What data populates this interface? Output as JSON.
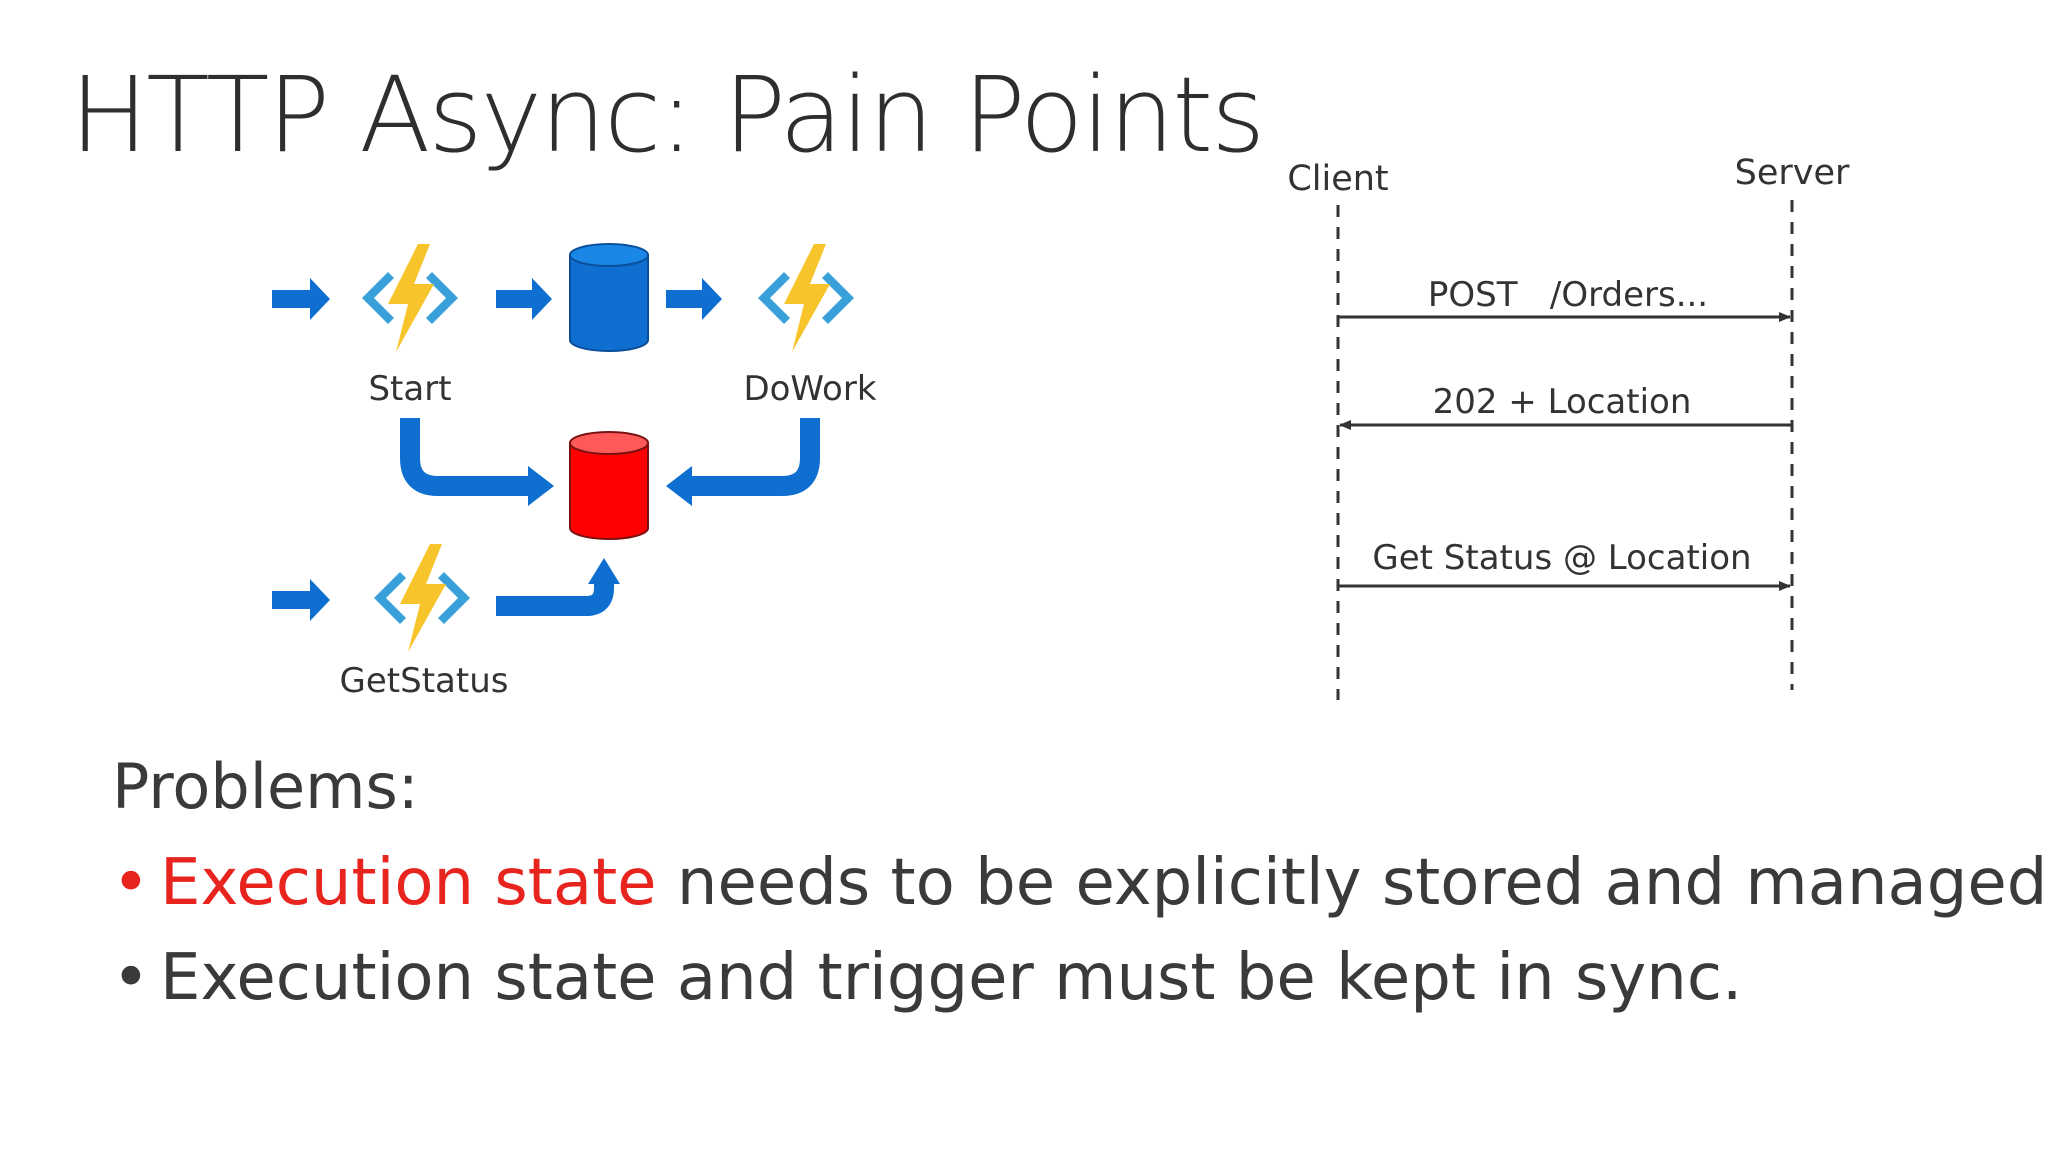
{
  "slide": {
    "title": "HTTP Async: Pain Points"
  },
  "diagram": {
    "labels": {
      "start": "Start",
      "dowork": "DoWork",
      "getstatus": "GetStatus"
    },
    "colors": {
      "arrow_blue": "#0e6fd1",
      "db_blue": "#0e6fd1",
      "db_red": "#ff0000",
      "bolt_yellow": "#f7c42b",
      "bracket_blue": "#3aa0d8"
    }
  },
  "sequence": {
    "client": "Client",
    "server": "Server",
    "messages": [
      {
        "text": "POST   /Orders...",
        "direction": "client-to-server"
      },
      {
        "text": "202 + Location",
        "direction": "server-to-client"
      },
      {
        "text": "Get Status @ Location",
        "direction": "client-to-server"
      }
    ]
  },
  "problems": {
    "heading": "Problems:",
    "items": [
      {
        "highlight": "Execution state",
        "rest": " needs to be explicitly stored and managed."
      },
      {
        "highlight": "",
        "rest": "Execution state and trigger must be kept in sync."
      }
    ],
    "highlight_color": "#e8241f"
  }
}
